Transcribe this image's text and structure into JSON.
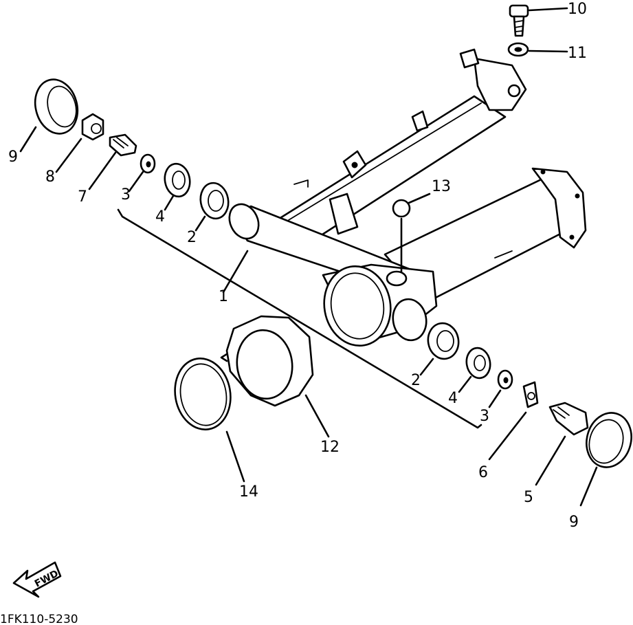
{
  "diagram": {
    "callouts": {
      "c1": "1",
      "c2a": "2",
      "c2b": "2",
      "c3a": "3",
      "c3b": "3",
      "c4a": "4",
      "c4b": "4",
      "c5": "5",
      "c6": "6",
      "c7": "7",
      "c8": "8",
      "c9a": "9",
      "c9b": "9",
      "c10": "10",
      "c11": "11",
      "c12": "12",
      "c13": "13",
      "c14": "14"
    },
    "forward_arrow_label": "FWD",
    "diagram_code": "1FK110-5230"
  }
}
